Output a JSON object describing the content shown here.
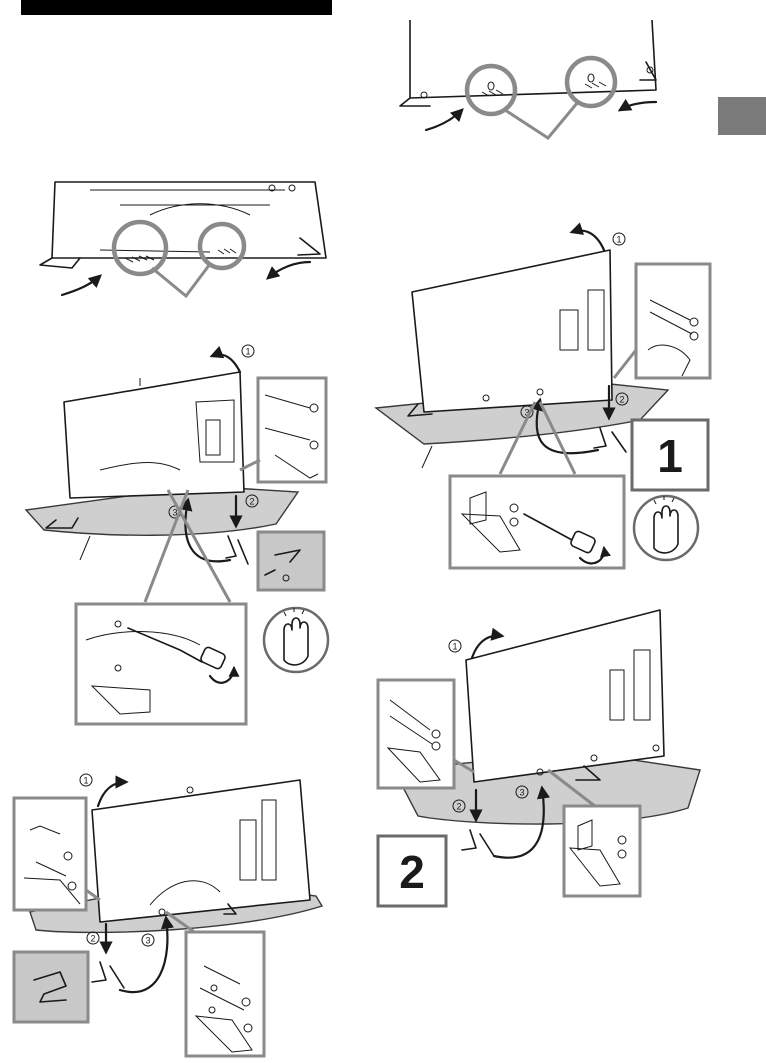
{
  "step_markers": [
    "1",
    "2",
    "3"
  ],
  "large_step_labels": [
    "1",
    "2"
  ],
  "colors": {
    "header_bar": "#000000",
    "section_tab": "#7a7a7a",
    "callout_grey": "#8a8a8a",
    "desk_fill": "#cfcfcf"
  },
  "icons": [
    "hand-hold-icon",
    "screwdriver-icon",
    "rotate-arrow-icon"
  ]
}
